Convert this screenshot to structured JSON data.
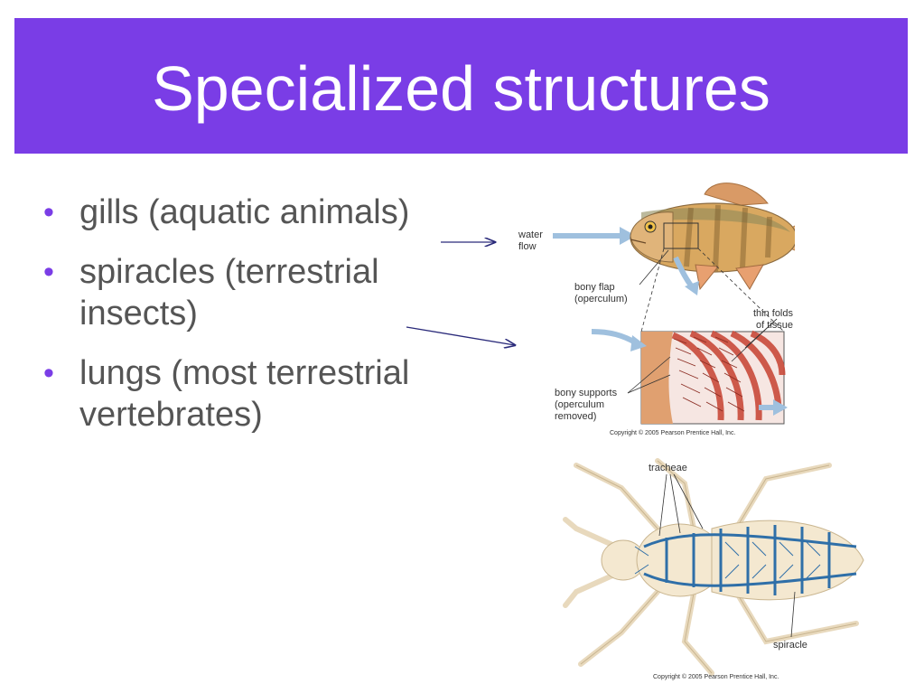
{
  "slide": {
    "title": "Specialized structures",
    "bullets": [
      {
        "text": "gills (aquatic animals)"
      },
      {
        "text": "spiracles (terrestrial insects)"
      },
      {
        "text": "lungs (most terrestrial vertebrates)"
      }
    ]
  },
  "fish_figure": {
    "water_flow": "water\nflow",
    "water_flow_l1": "water",
    "water_flow_l2": "flow",
    "bony_flap_l1": "bony flap",
    "bony_flap_l2": "(operculum)",
    "thin_folds_l1": "thin folds",
    "thin_folds_l2": "of tissue",
    "bony_supports_l1": "bony supports",
    "bony_supports_l2": "(operculum",
    "bony_supports_l3": "removed)",
    "copyright": "Copyright © 2005 Pearson Prentice Hall, Inc."
  },
  "insect_figure": {
    "tracheae": "tracheae",
    "spiracle": "spiracle",
    "copyright": "Copyright © 2005 Pearson Prentice Hall, Inc."
  },
  "colors": {
    "title_bg": "#7a3de6",
    "bullet": "#7a3de6",
    "body_text": "#555555",
    "arrow": "#2a2a7a",
    "gill": "#c94a3a",
    "trachea": "#2f6fa8",
    "insect_body": "#f4e8d0"
  }
}
